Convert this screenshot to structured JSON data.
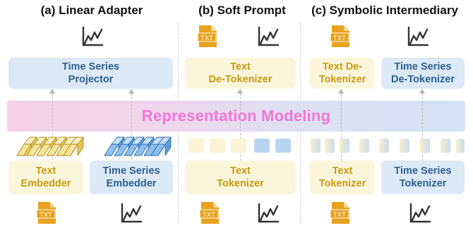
{
  "titles": {
    "a": "(a) Linear Adapter",
    "b": "(b) Soft Prompt",
    "c": "(c) Symbolic Intermediary"
  },
  "band": {
    "label": "Representation Modeling"
  },
  "top_boxes": {
    "a_projector": [
      "Time Series",
      "Projector"
    ],
    "b_detokenizer": [
      "Text",
      "De-Tokenizer"
    ],
    "c_text_detokenizer": [
      "Text De-",
      "Tokenizer"
    ],
    "c_ts_detokenizer": [
      "Time Series",
      "De-Tokenizer"
    ]
  },
  "bottom_boxes": {
    "a_text_embedder": [
      "Text",
      "Embedder"
    ],
    "a_ts_embedder": [
      "Time Series",
      "Embedder"
    ],
    "b_tokenizer": [
      "Text",
      "Tokenizer"
    ],
    "c_text_tokenizer": [
      "Text",
      "Tokenizer"
    ],
    "c_ts_tokenizer": [
      "Time Series",
      "Tokenizer"
    ]
  },
  "icon_label": "TXT",
  "icons": [
    "txt-file-icon",
    "time-series-chart-icon",
    "embedding-prism-icon",
    "token-tile-icon"
  ],
  "colors": {
    "text_accent": "#c79a10",
    "ts_accent": "#2f5e8f",
    "text_box_bg": "#faf6dc",
    "ts_box_bg": "#dce9f6",
    "band_label": "#f276d6",
    "txt_icon": "#e8a21e"
  }
}
